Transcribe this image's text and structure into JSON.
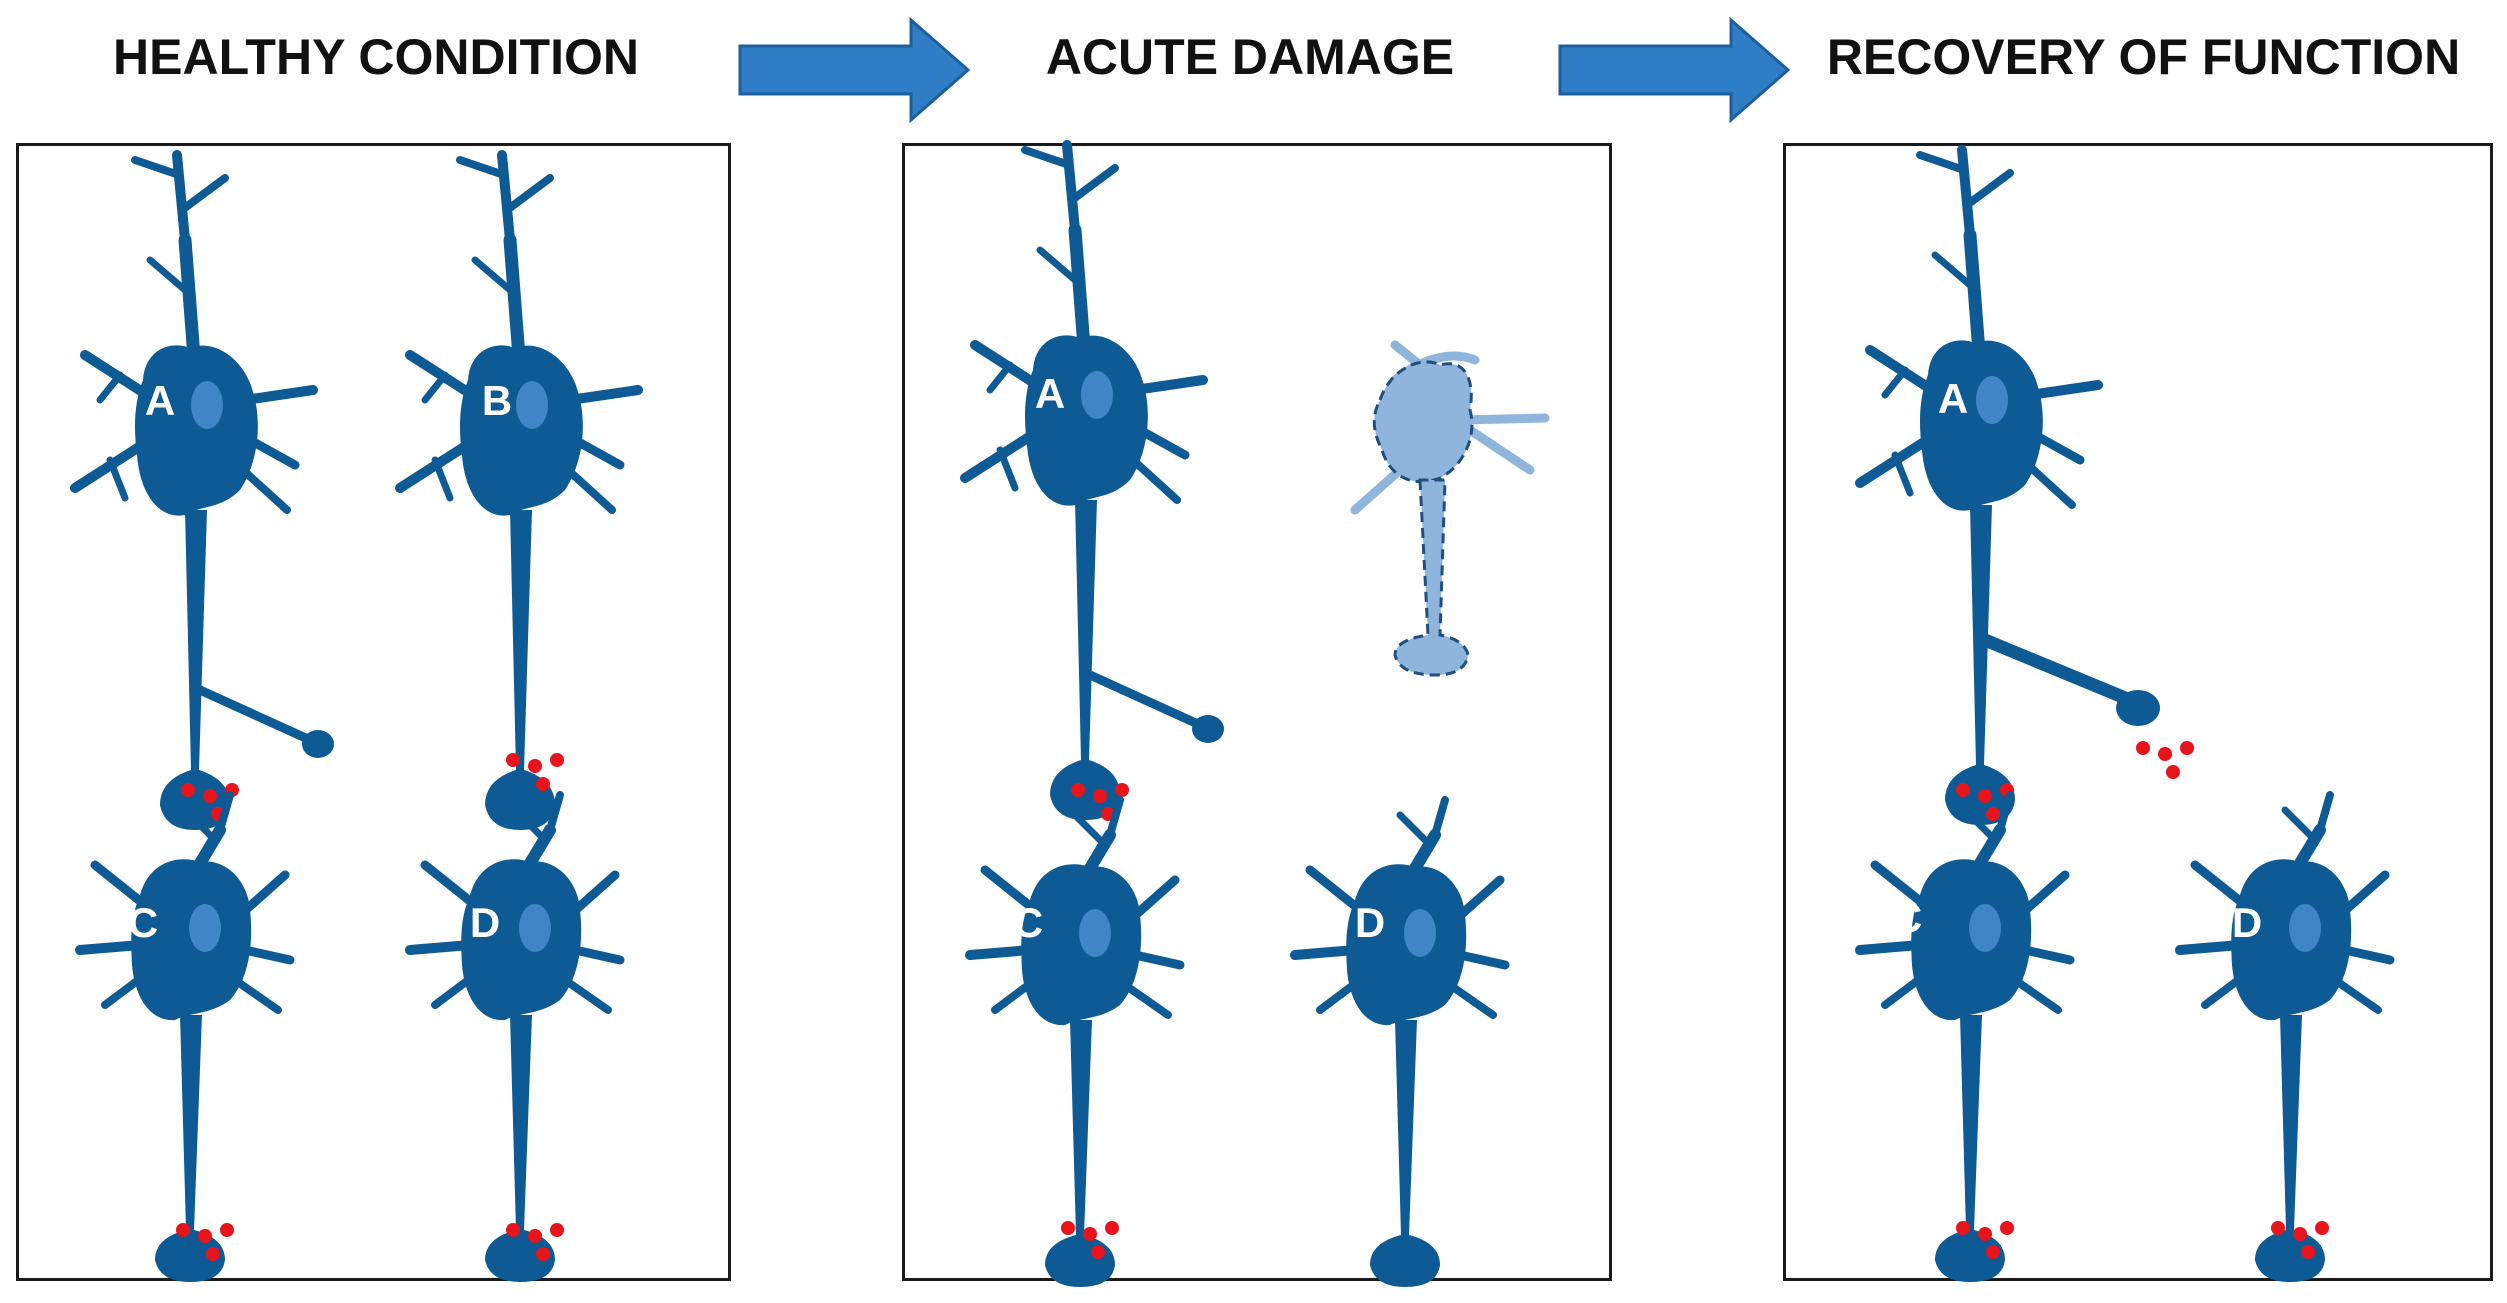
{
  "stages": [
    {
      "title": "HEALTHY CONDITION"
    },
    {
      "title": "ACUTE DAMAGE"
    },
    {
      "title": "RECOVERY OF FUNCTION"
    }
  ],
  "neuron_labels": {
    "a": "A",
    "b": "B",
    "c": "C",
    "d": "D"
  },
  "colors": {
    "neuron": "#0e5a94",
    "nucleus": "#3e86c6",
    "damaged_neuron": "#8fb5dc",
    "damaged_outline": "#1f4f7f",
    "vesicle": "#e8141c",
    "arrow_fill": "#2f7dc4",
    "arrow_stroke": "#1d5f9c",
    "panel_border": "#1a1a1a"
  }
}
